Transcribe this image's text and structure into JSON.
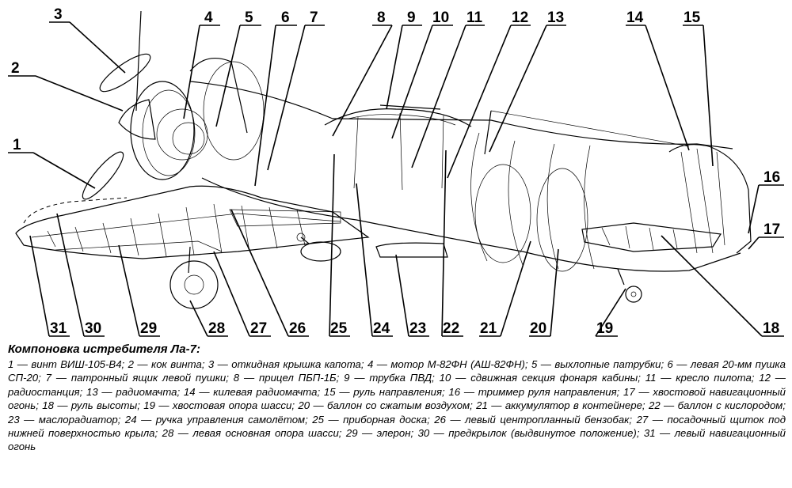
{
  "caption": {
    "title": "Компоновка истребителя Ла-7:",
    "text": "1 — винт ВИШ-105-В4; 2 — кок винта; 3 — откидная крышка капота; 4 — мотор М-82ФН (АШ-82ФН); 5 — выхлопные патрубки; 6 — левая 20-мм пушка СП-20; 7 — патронный ящик левой пушки; 8 — прицел ПБП-1Б; 9 — трубка ПВД; 10 — сдвижная секция фонаря кабины; 11 — кресло пилота; 12 — радиостанция; 13 — радиомачта; 14 — килевая радиомачта; 15 — руль направления; 16 — триммер руля направления; 17 — хвостовой навигационный огонь; 18 — руль высоты; 19 — хвостовая опора шасси; 20 — баллон со сжатым воздухом; 21 — аккумулятор в контейнере; 22 — баллон с кислородом; 23 — маслорадиатор; 24 — ручка управления самолётом; 25 — приборная доска; 26 — левый центропланный бензобак; 27 — посадочный щиток под нижней поверхностью крыла; 28 — левая основная опора шасси; 29 — элерон; 30 — предкрылок (выдвинутое положение); 31 — левый навигационный огонь"
  },
  "labels": [
    {
      "n": "1"
    },
    {
      "n": "2"
    },
    {
      "n": "3"
    },
    {
      "n": "4"
    },
    {
      "n": "5"
    },
    {
      "n": "6"
    },
    {
      "n": "7"
    },
    {
      "n": "8"
    },
    {
      "n": "9"
    },
    {
      "n": "10"
    },
    {
      "n": "11"
    },
    {
      "n": "12"
    },
    {
      "n": "13"
    },
    {
      "n": "14"
    },
    {
      "n": "15"
    },
    {
      "n": "16"
    },
    {
      "n": "17"
    },
    {
      "n": "18"
    },
    {
      "n": "19"
    },
    {
      "n": "20"
    },
    {
      "n": "21"
    },
    {
      "n": "22"
    },
    {
      "n": "23"
    },
    {
      "n": "24"
    },
    {
      "n": "25"
    },
    {
      "n": "26"
    },
    {
      "n": "27"
    },
    {
      "n": "28"
    },
    {
      "n": "29"
    },
    {
      "n": "30"
    },
    {
      "n": "31"
    }
  ]
}
